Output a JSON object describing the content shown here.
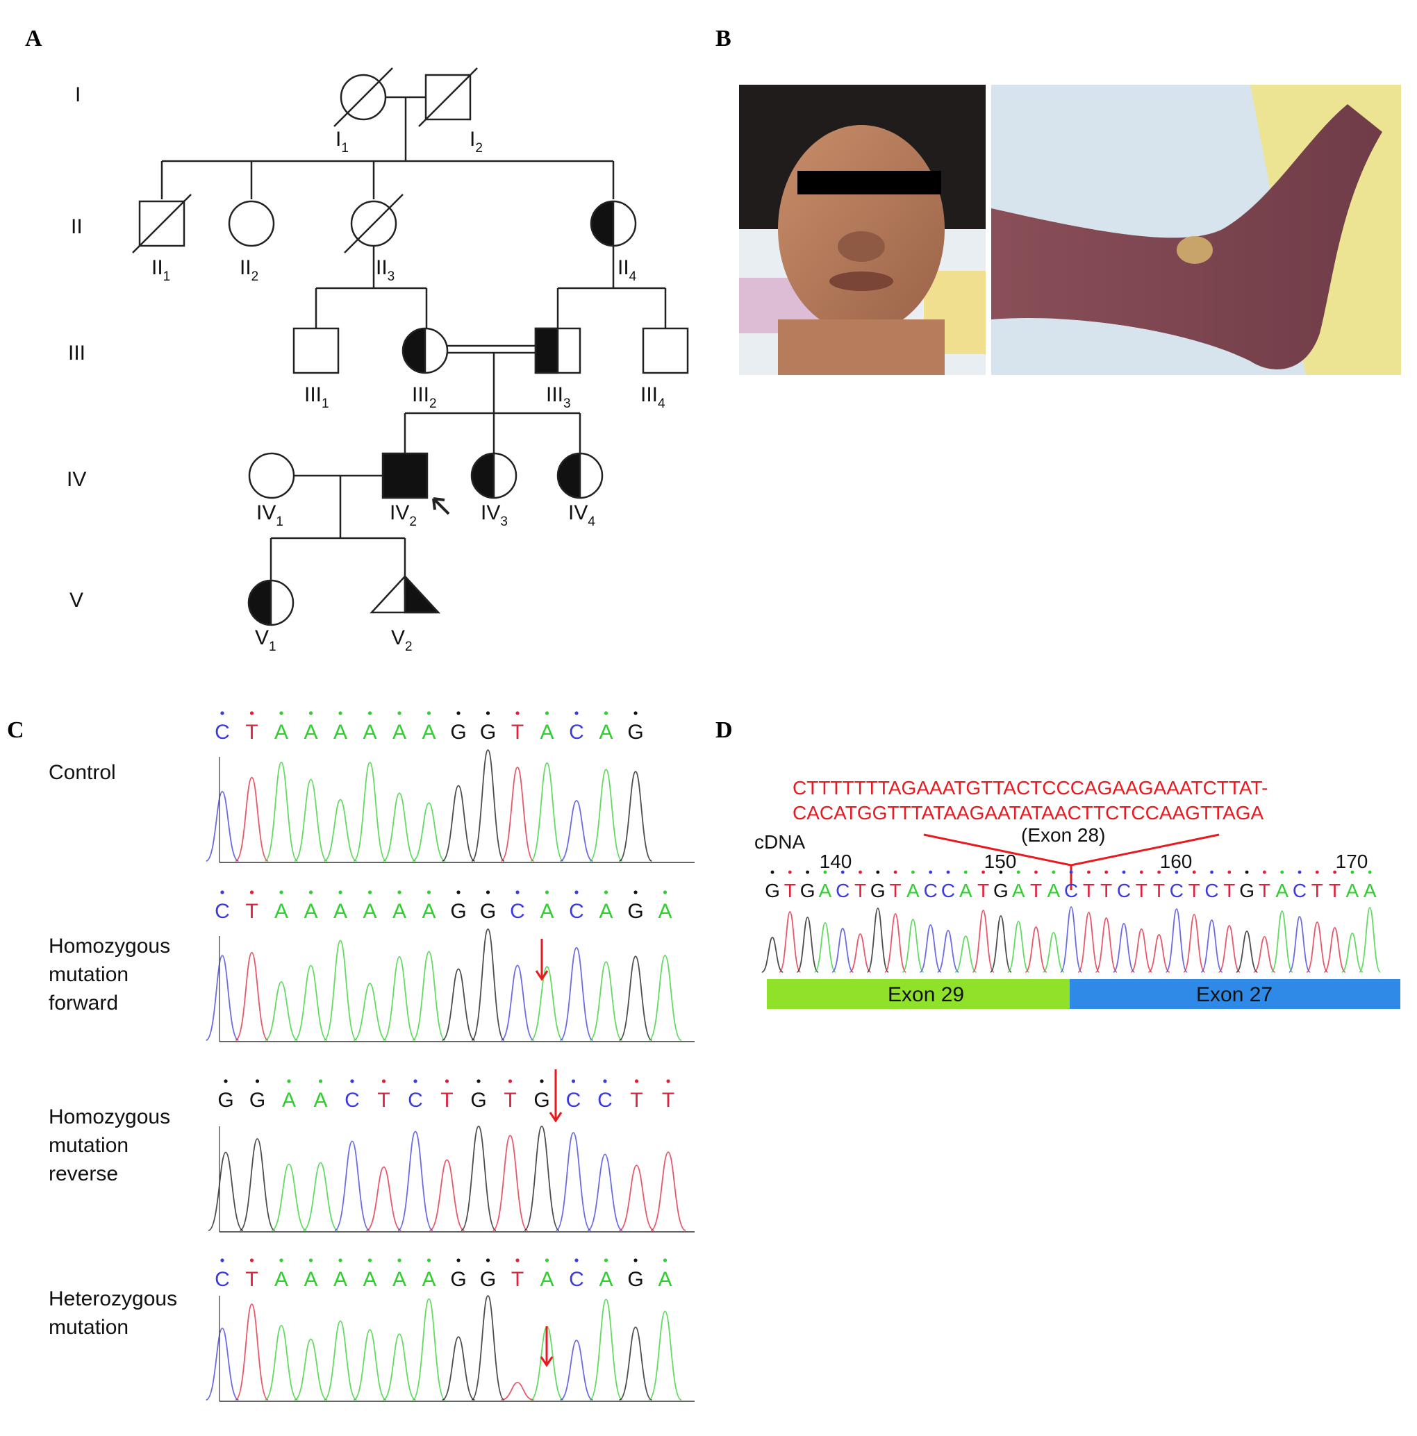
{
  "panels": {
    "a": "A",
    "b": "B",
    "c": "C",
    "d": "D"
  },
  "pedigree": {
    "generations": [
      "I",
      "II",
      "III",
      "IV",
      "V"
    ],
    "individuals": [
      {
        "id": "I1",
        "base": "I",
        "sub": "1",
        "sex": "female",
        "status": "deceased"
      },
      {
        "id": "I2",
        "base": "I",
        "sub": "2",
        "sex": "male",
        "status": "deceased"
      },
      {
        "id": "II1",
        "base": "II",
        "sub": "1",
        "sex": "male",
        "status": "deceased"
      },
      {
        "id": "II2",
        "base": "II",
        "sub": "2",
        "sex": "female",
        "status": "unaffected"
      },
      {
        "id": "II3",
        "base": "II",
        "sub": "3",
        "sex": "female",
        "status": "deceased"
      },
      {
        "id": "II4",
        "base": "II",
        "sub": "4",
        "sex": "female",
        "status": "carrier"
      },
      {
        "id": "III1",
        "base": "III",
        "sub": "1",
        "sex": "male",
        "status": "unaffected"
      },
      {
        "id": "III2",
        "base": "III",
        "sub": "2",
        "sex": "female",
        "status": "carrier"
      },
      {
        "id": "III3",
        "base": "III",
        "sub": "3",
        "sex": "male",
        "status": "carrier"
      },
      {
        "id": "III4",
        "base": "III",
        "sub": "4",
        "sex": "male",
        "status": "unaffected"
      },
      {
        "id": "IV1",
        "base": "IV",
        "sub": "1",
        "sex": "female",
        "status": "unaffected"
      },
      {
        "id": "IV2",
        "base": "IV",
        "sub": "2",
        "sex": "male",
        "status": "affected",
        "proband": true
      },
      {
        "id": "IV3",
        "base": "IV",
        "sub": "3",
        "sex": "female",
        "status": "carrier"
      },
      {
        "id": "IV4",
        "base": "IV",
        "sub": "4",
        "sex": "female",
        "status": "carrier"
      },
      {
        "id": "V1",
        "base": "V",
        "sub": "1",
        "sex": "female",
        "status": "carrier"
      },
      {
        "id": "V2",
        "base": "V",
        "sub": "2",
        "sex": "unknown",
        "status": "carrier-triangle"
      }
    ]
  },
  "chromatograms": {
    "colors": {
      "C": "#3a3ae0",
      "T": "#e0203a",
      "A": "#2fcf2f",
      "G": "#111111"
    },
    "rows": [
      {
        "label": [
          "Control"
        ],
        "bases": [
          "C",
          "T",
          "A",
          "A",
          "A",
          "A",
          "A",
          "A",
          "G",
          "G",
          "T",
          "A",
          "C",
          "A",
          "G"
        ]
      },
      {
        "label": [
          "Homozygous",
          "mutation",
          "forward"
        ],
        "bases": [
          "C",
          "T",
          "A",
          "A",
          "A",
          "A",
          "A",
          "A",
          "G",
          "G",
          "C",
          "A",
          "C",
          "A",
          "G",
          "A"
        ]
      },
      {
        "label": [
          "Homozygous",
          "mutation",
          "reverse"
        ],
        "bases": [
          "G",
          "G",
          "A",
          "A",
          "C",
          "T",
          "C",
          "T",
          "G",
          "T",
          "G",
          "C",
          "C",
          "T",
          "T"
        ]
      },
      {
        "label": [
          "Heterozygous",
          "mutation"
        ],
        "bases": [
          "C",
          "T",
          "A",
          "A",
          "A",
          "A",
          "A",
          "A",
          "G",
          "G",
          "T",
          "A",
          "C",
          "A",
          "G",
          "A"
        ]
      }
    ]
  },
  "panel_d": {
    "red_seq": [
      "CTTTTTTTAGAAATGTTACTCCCAGAAGAAATCTTAT-",
      "CACATGGTTTATAAGAATATAACTTCTCCAAGTTAGA"
    ],
    "exon28": "(Exon 28)",
    "cdna": "cDNA",
    "positions": [
      "140",
      "150",
      "160",
      "170"
    ],
    "sequence": [
      "G",
      "T",
      "G",
      "A",
      "C",
      "T",
      "G",
      "T",
      "A",
      "C",
      "C",
      "A",
      "T",
      "G",
      "A",
      "T",
      "A",
      "C",
      "T",
      "T",
      "C",
      "T",
      "T",
      "C",
      "T",
      "C",
      "T",
      "G",
      "T",
      "A",
      "C",
      "T",
      "T",
      "A",
      "A"
    ],
    "exon_left": "Exon 29",
    "exon_right": "Exon 27",
    "exon_left_color": "#8fe12a",
    "exon_right_color": "#2e8ae6",
    "red": "#e8191f"
  }
}
